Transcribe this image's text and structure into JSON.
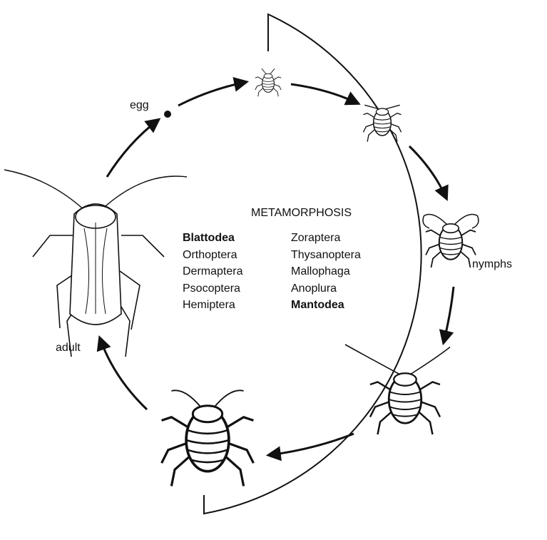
{
  "diagram": {
    "title": "METAMORPHOSIS",
    "stage_labels": {
      "egg": "egg",
      "nymphs": "nymphs",
      "adult": "adult"
    },
    "orders_left": [
      {
        "name": "Blattodea",
        "bold": true
      },
      {
        "name": "Orthoptera",
        "bold": false
      },
      {
        "name": "Dermaptera",
        "bold": false
      },
      {
        "name": "Psocoptera",
        "bold": false
      },
      {
        "name": "Hemiptera",
        "bold": false
      }
    ],
    "orders_right": [
      {
        "name": "Zoraptera",
        "bold": false
      },
      {
        "name": "Thysanoptera",
        "bold": false
      },
      {
        "name": "Mallophaga",
        "bold": false
      },
      {
        "name": "Anoplura",
        "bold": false
      },
      {
        "name": "Mantodea",
        "bold": true
      }
    ],
    "cycle_sequence": [
      "egg",
      "nymph-1",
      "nymph-2",
      "nymph-3",
      "nymph-4",
      "nymph-5",
      "adult"
    ],
    "colors": {
      "ink": "#111111",
      "background": "#ffffff"
    }
  }
}
